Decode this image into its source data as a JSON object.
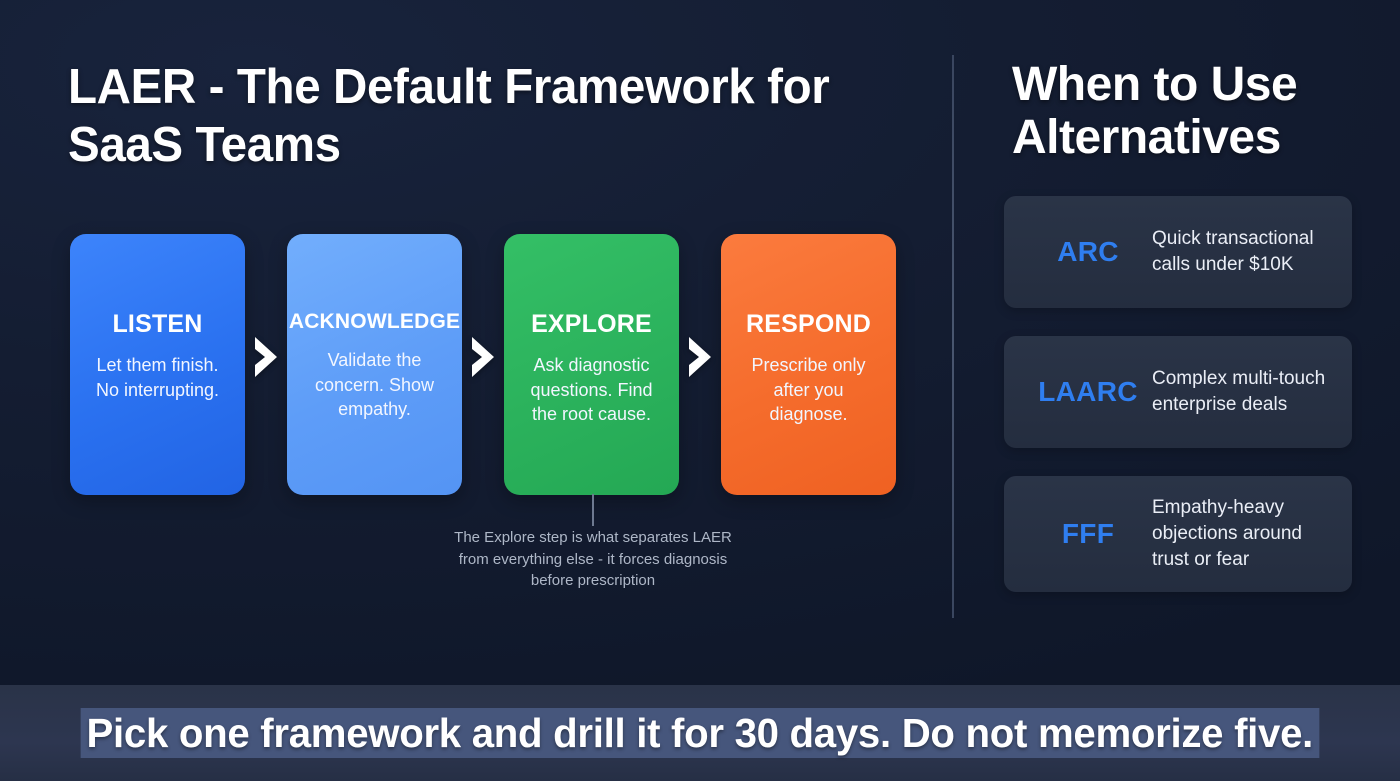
{
  "slide": {
    "title": "LAER - The Default Framework for SaaS Teams",
    "background_color": "#141d32",
    "banner_color": "#2d3650",
    "divider_color": "#49566f"
  },
  "flow": {
    "steps": [
      {
        "name": "LISTEN",
        "description": "Let them finish. No interrupting.",
        "color": "#2a71f0"
      },
      {
        "name": "ACKNOWLEDGE",
        "description": "Validate the concern. Show empathy.",
        "color": "#5e9df8"
      },
      {
        "name": "EXPLORE",
        "description": "Ask diagnostic questions. Find the root cause.",
        "color": "#2bb25c"
      },
      {
        "name": "RESPOND",
        "description": "Prescribe only after you diagnose.",
        "color": "#f56c2c"
      }
    ],
    "separator_icon": "chevron-right-icon",
    "note": "The Explore step is what separates LAER from everything else - it forces diagnosis before prescription"
  },
  "alternatives": {
    "title": "When to Use Alternatives",
    "accent_color": "#2f7ef0",
    "items": [
      {
        "code": "ARC",
        "description": "Quick transactional calls under $10K"
      },
      {
        "code": "LAARC",
        "description": "Complex multi-touch enterprise deals"
      },
      {
        "code": "FFF",
        "description": "Empathy-heavy objections around trust or fear"
      }
    ]
  },
  "banner": {
    "text": "Pick one framework and drill it for 30 days. Do not memorize five.",
    "highlight_color": "#46567c"
  }
}
